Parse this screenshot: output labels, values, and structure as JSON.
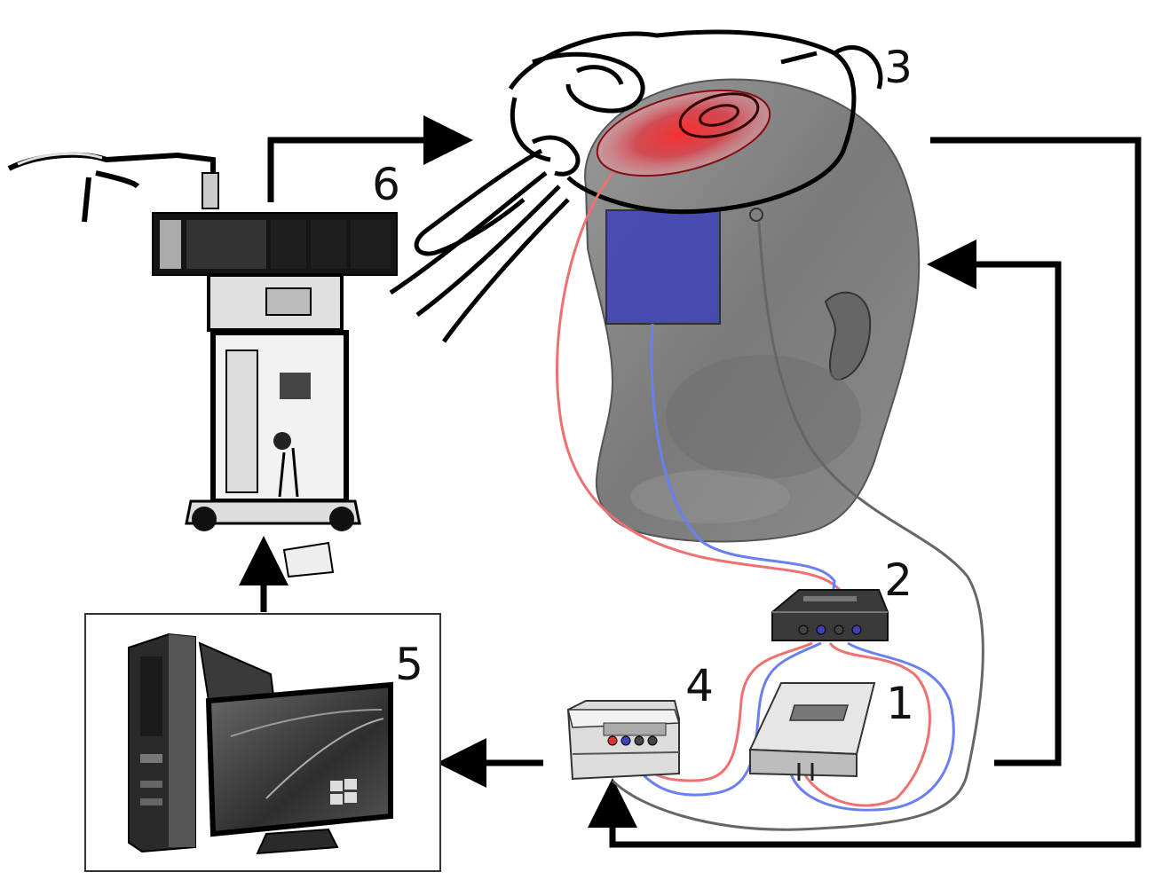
{
  "labels": {
    "one": "1",
    "two": "2",
    "three": "3",
    "four": "4",
    "five": "5",
    "six": "6"
  },
  "colors": {
    "arrow": "#000000",
    "head": "#808080",
    "anode_wire": "#f07070",
    "cathode_wire": "#6a7ff0",
    "ground_wire": "#666666",
    "anode_patch": "#e2333e",
    "cathode_patch": "#3f41b8"
  },
  "icons": [
    "surgical-microscope-icon",
    "head-phantom-icon",
    "stimulator-icon",
    "connector-box-icon",
    "amplifier-icon",
    "computer-icon",
    "monitor-icon",
    "surgical-instrument-icon"
  ]
}
